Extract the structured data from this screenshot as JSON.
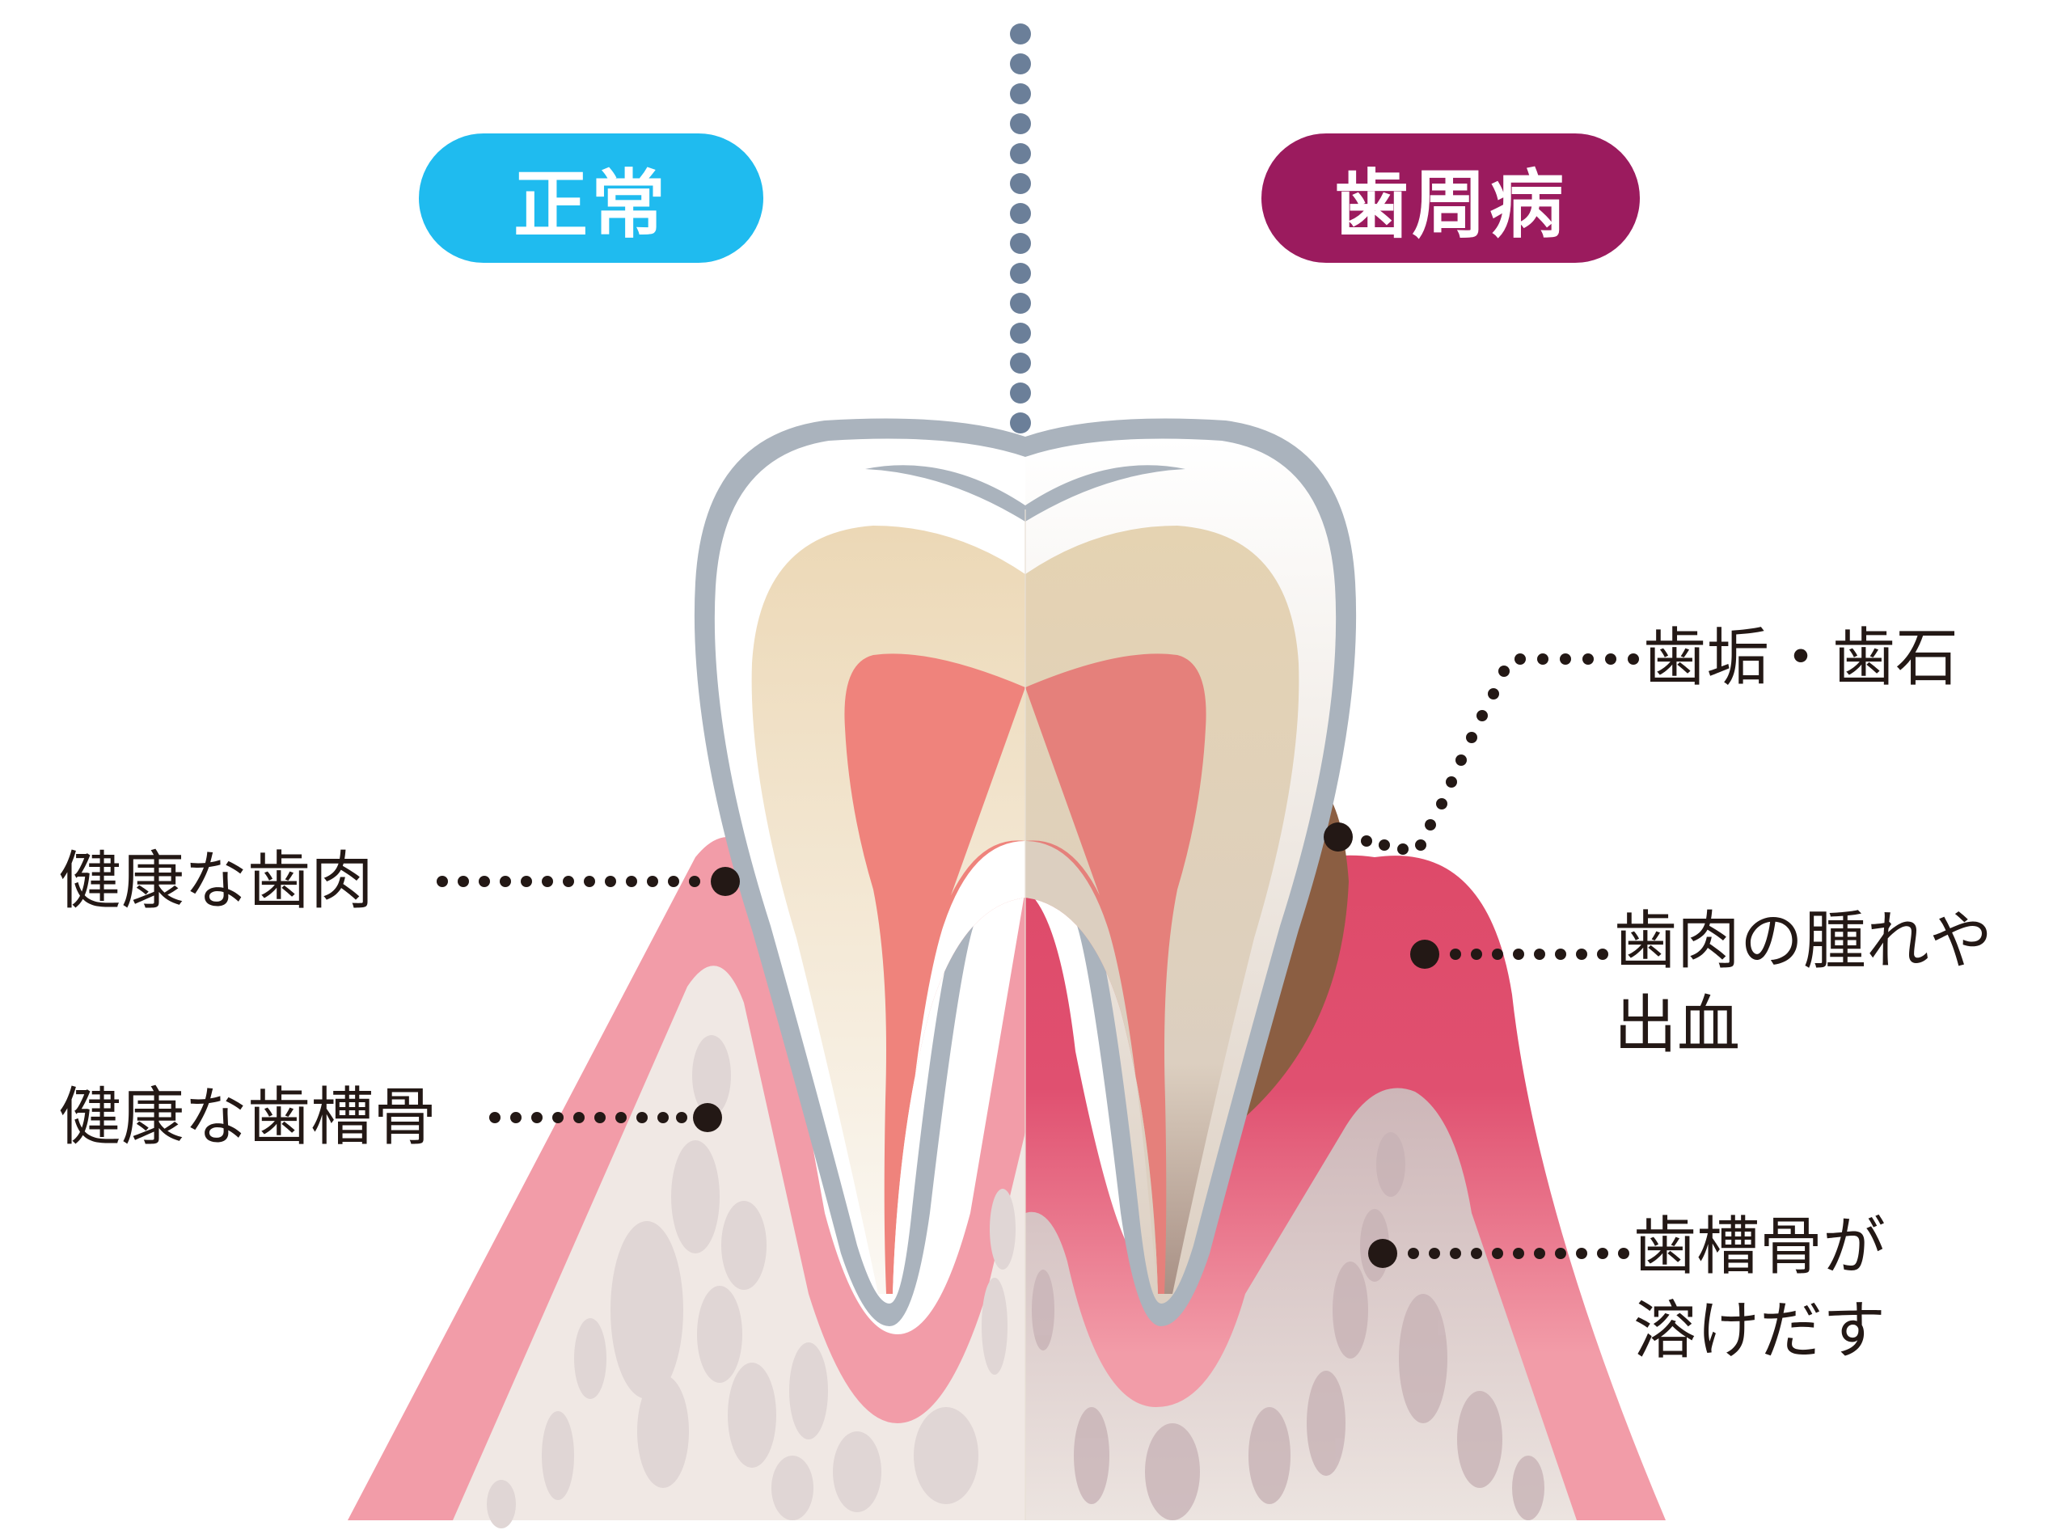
{
  "diagram": {
    "headers": {
      "normal": {
        "label": "正常",
        "color": "#1fbbef"
      },
      "disease": {
        "label": "歯周病",
        "color": "#9b1b5e"
      }
    },
    "labels_left": [
      {
        "id": "healthy-gum",
        "lines": [
          "健康な歯肉"
        ]
      },
      {
        "id": "healthy-bone",
        "lines": [
          "健康な歯槽骨"
        ]
      }
    ],
    "labels_right": [
      {
        "id": "plaque-tartar",
        "lines": [
          "歯垢・歯石"
        ]
      },
      {
        "id": "gum-swelling",
        "lines": [
          "歯肉の腫れや",
          "出血"
        ]
      },
      {
        "id": "bone-dissolving",
        "lines": [
          "歯槽骨が",
          "溶けだす"
        ]
      }
    ],
    "colors": {
      "tooth_outline": "#aab3bd",
      "divider_dots": "#6b7f99",
      "enamel": "#ffffff",
      "dentin": "#ecd9b9",
      "pulp": "#ef837c",
      "healthy_gum": "#f29ca8",
      "inflamed_gum": "#de4a69",
      "bone": "#f0e8e4",
      "bone_pores": "#e0d6d5",
      "tartar": "#8b5e42",
      "leader_dots": "#231815"
    }
  }
}
